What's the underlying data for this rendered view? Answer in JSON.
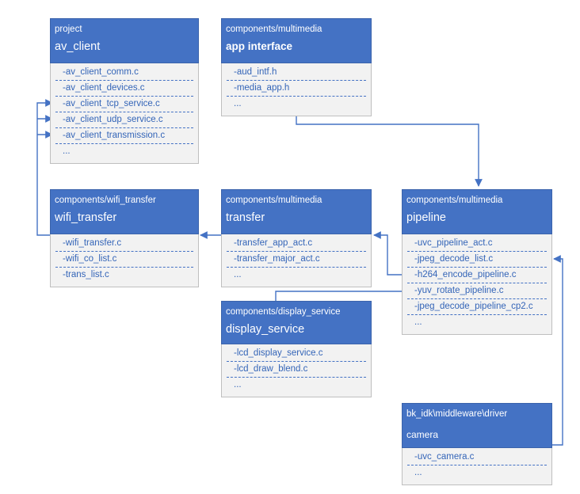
{
  "boxes": [
    {
      "id": "av-client",
      "category": "project",
      "title": "av_client",
      "title_style": "normal",
      "items": [
        "-av_client_comm.c",
        "-av_client_devices.c",
        "-av_client_tcp_service.c",
        "-av_client_udp_service.c",
        "-av_client_transmission.c",
        "..."
      ]
    },
    {
      "id": "app-interface",
      "category": "components/multimedia",
      "title": "app interface",
      "title_style": "bold",
      "items": [
        "-aud_intf.h",
        "-media_app.h",
        "..."
      ]
    },
    {
      "id": "wifi-transfer",
      "category": "components/wifi_transfer",
      "title": "wifi_transfer",
      "title_style": "normal",
      "items": [
        "-wifi_transfer.c",
        "-wifi_co_list.c",
        "-trans_list.c"
      ]
    },
    {
      "id": "transfer",
      "category": "components/multimedia",
      "title": "transfer",
      "title_style": "normal",
      "items": [
        "-transfer_app_act.c",
        "-transfer_major_act.c",
        "..."
      ]
    },
    {
      "id": "pipeline",
      "category": "components/multimedia",
      "title": "pipeline",
      "title_style": "normal",
      "items": [
        "-uvc_pipeline_act.c",
        "-jpeg_decode_list.c",
        "-h264_encode_pipeline.c",
        "-yuv_rotate_pipeline.c",
        "-jpeg_decode_pipeline_cp2.c",
        "..."
      ]
    },
    {
      "id": "display-service",
      "category": "components/display_service",
      "title": "display_service",
      "title_style": "normal",
      "items": [
        "-lcd_display_service.c",
        "-lcd_draw_blend.c",
        "..."
      ]
    },
    {
      "id": "camera",
      "category": "bk_idk\\middleware\\driver",
      "title": "camera",
      "title_style": "small",
      "items": [
        "-uvc_camera.c",
        "..."
      ]
    }
  ],
  "colors": {
    "header": "#4472c4",
    "body": "#f2f2f2",
    "item_text": "#3465b8",
    "connector": "#4472c4"
  }
}
